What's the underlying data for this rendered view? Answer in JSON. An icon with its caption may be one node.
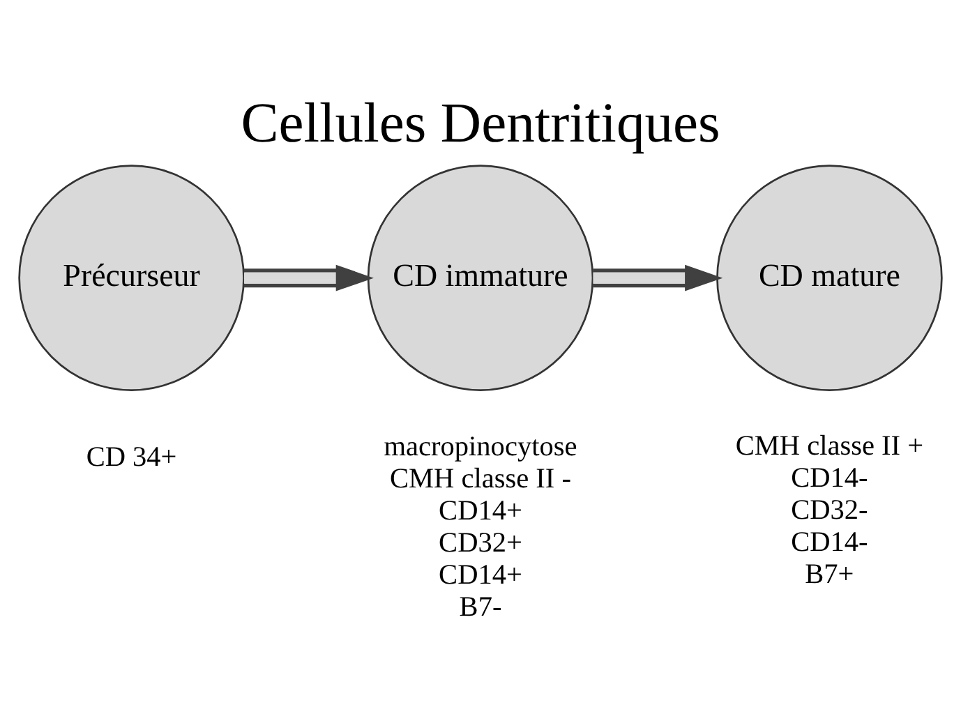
{
  "diagram": {
    "title": "Cellules Dentritiques",
    "nodes": [
      {
        "text": [
          "Précurseur"
        ],
        "beside": [
          "CD 34+"
        ]
      },
      {
        "text": [
          "CD immature"
        ],
        "beside": [
          "macropinocytose",
          "CMH classe II -",
          "CD14+",
          "CD32+",
          "CD14+",
          "B7-"
        ]
      },
      {
        "text": [
          "CD mature"
        ],
        "beside": [
          "CMH classe II +",
          "CD14-",
          "CD32-",
          "CD14-",
          "B7+"
        ]
      }
    ],
    "edges": [
      {
        "from": 0,
        "to": 1,
        "arrow": "to"
      },
      {
        "from": 1,
        "to": 2,
        "arrow": "to"
      }
    ]
  }
}
